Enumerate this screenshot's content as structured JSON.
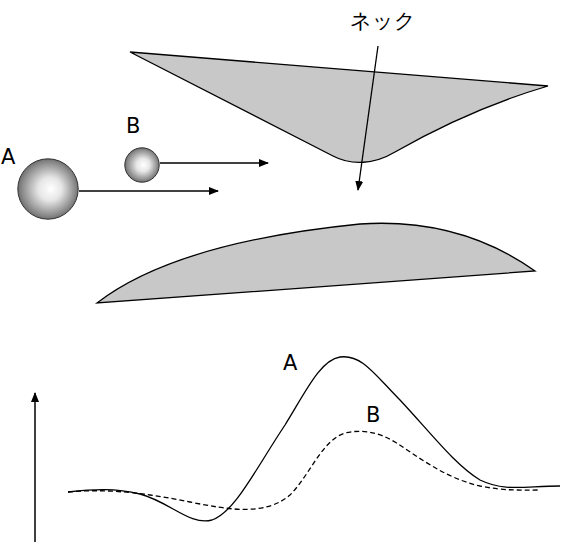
{
  "diagram": {
    "nodes": [
      {
        "text": [
          "A"
        ]
      },
      {
        "text": [
          "B"
        ]
      }
    ],
    "labels": [
      "ネック",
      "A",
      "B"
    ]
  }
}
